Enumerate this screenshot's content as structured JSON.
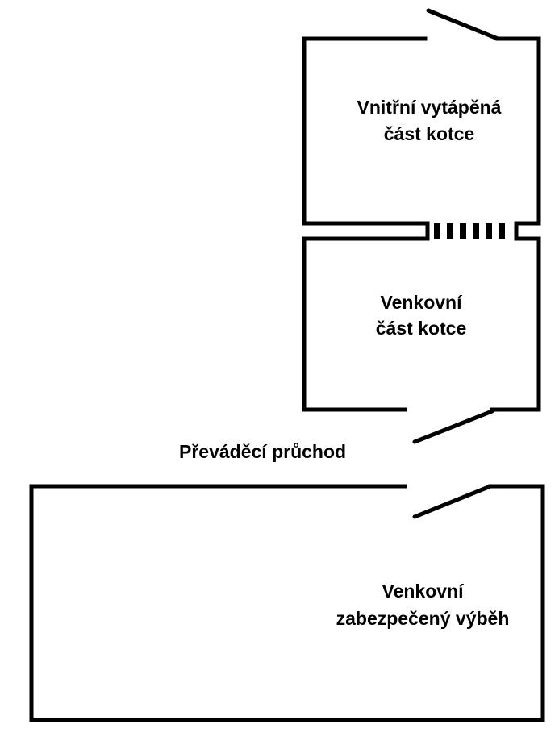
{
  "rooms": {
    "inner_heated": {
      "line1": "Vnitřní vytápěná",
      "line2": "část kotce"
    },
    "outer_kennel": {
      "line1": "Venkovní",
      "line2": "část kotce"
    },
    "outdoor_run": {
      "line1": "Venkovní",
      "line2": "zabezpečený výběh"
    }
  },
  "passage": {
    "label": "Převáděcí průchod"
  }
}
